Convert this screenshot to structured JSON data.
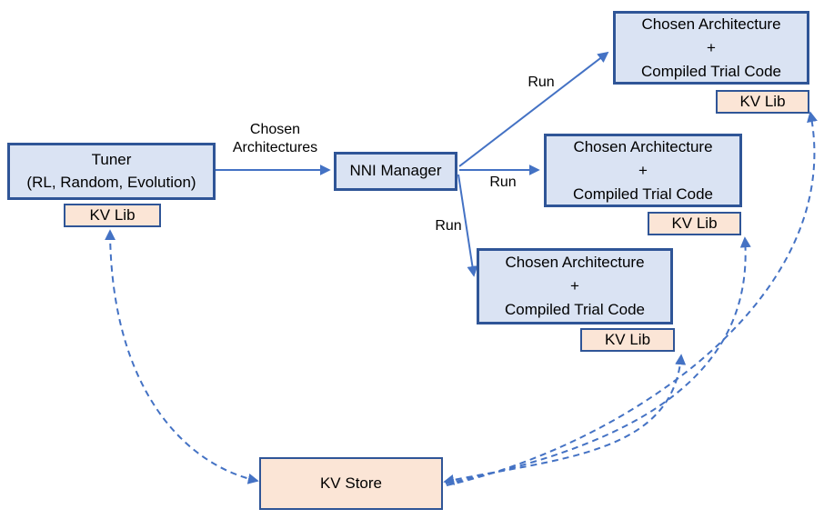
{
  "colors": {
    "box_fill_blue": "#dae3f3",
    "box_fill_peach": "#fbe5d6",
    "box_border": "#2f5597",
    "arrow": "#4472c4",
    "text": "#000000",
    "background": "#ffffff"
  },
  "nodes": {
    "tuner": {
      "line1": "Tuner",
      "line2": "(RL, Random, Evolution)"
    },
    "tuner_kv_lib": {
      "label": "KV Lib"
    },
    "nni_manager": {
      "label": "NNI Manager"
    },
    "arch_top": {
      "line1": "Chosen Architecture",
      "line2": "+",
      "line3": "Compiled Trial Code"
    },
    "arch_top_kv_lib": {
      "label": "KV Lib"
    },
    "arch_mid": {
      "line1": "Chosen Architecture",
      "line2": "+",
      "line3": "Compiled Trial Code"
    },
    "arch_mid_kv_lib": {
      "label": "KV Lib"
    },
    "arch_bot": {
      "line1": "Chosen Architecture",
      "line2": "+",
      "line3": "Compiled Trial Code"
    },
    "arch_bot_kv_lib": {
      "label": "KV Lib"
    },
    "kv_store": {
      "label": "KV Store"
    }
  },
  "edge_labels": {
    "tuner_to_manager_line1": "Chosen",
    "tuner_to_manager_line2": "Architectures",
    "run_top": "Run",
    "run_middle": "Run",
    "run_bottom": "Run"
  }
}
